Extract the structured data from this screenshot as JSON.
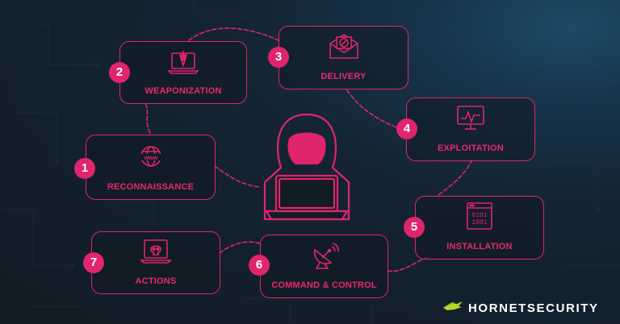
{
  "stages": [
    {
      "number": "1",
      "label": "RECONNAISSANCE",
      "icon": "globe-www-icon"
    },
    {
      "number": "2",
      "label": "WEAPONIZATION",
      "icon": "laptop-bomb-icon"
    },
    {
      "number": "3",
      "label": "DELIVERY",
      "icon": "envelope-blocked-icon"
    },
    {
      "number": "4",
      "label": "EXPLOITATION",
      "icon": "monitor-activity-icon"
    },
    {
      "number": "5",
      "label": "INSTALLATION",
      "icon": "binary-window-icon"
    },
    {
      "number": "6",
      "label": "COMMAND & CONTROL",
      "icon": "satellite-dish-icon"
    },
    {
      "number": "7",
      "label": "ACTIONS",
      "icon": "laptop-skull-icon"
    }
  ],
  "center_icon": "hooded-hacker-laptop-icon",
  "brand": {
    "name": "HORNETSECURITY",
    "logo": "hornet-logo-icon"
  },
  "colors": {
    "accent": "#e0246e",
    "background": "#121c26",
    "brand_green": "#b6d531",
    "text_light": "#ffffff"
  }
}
